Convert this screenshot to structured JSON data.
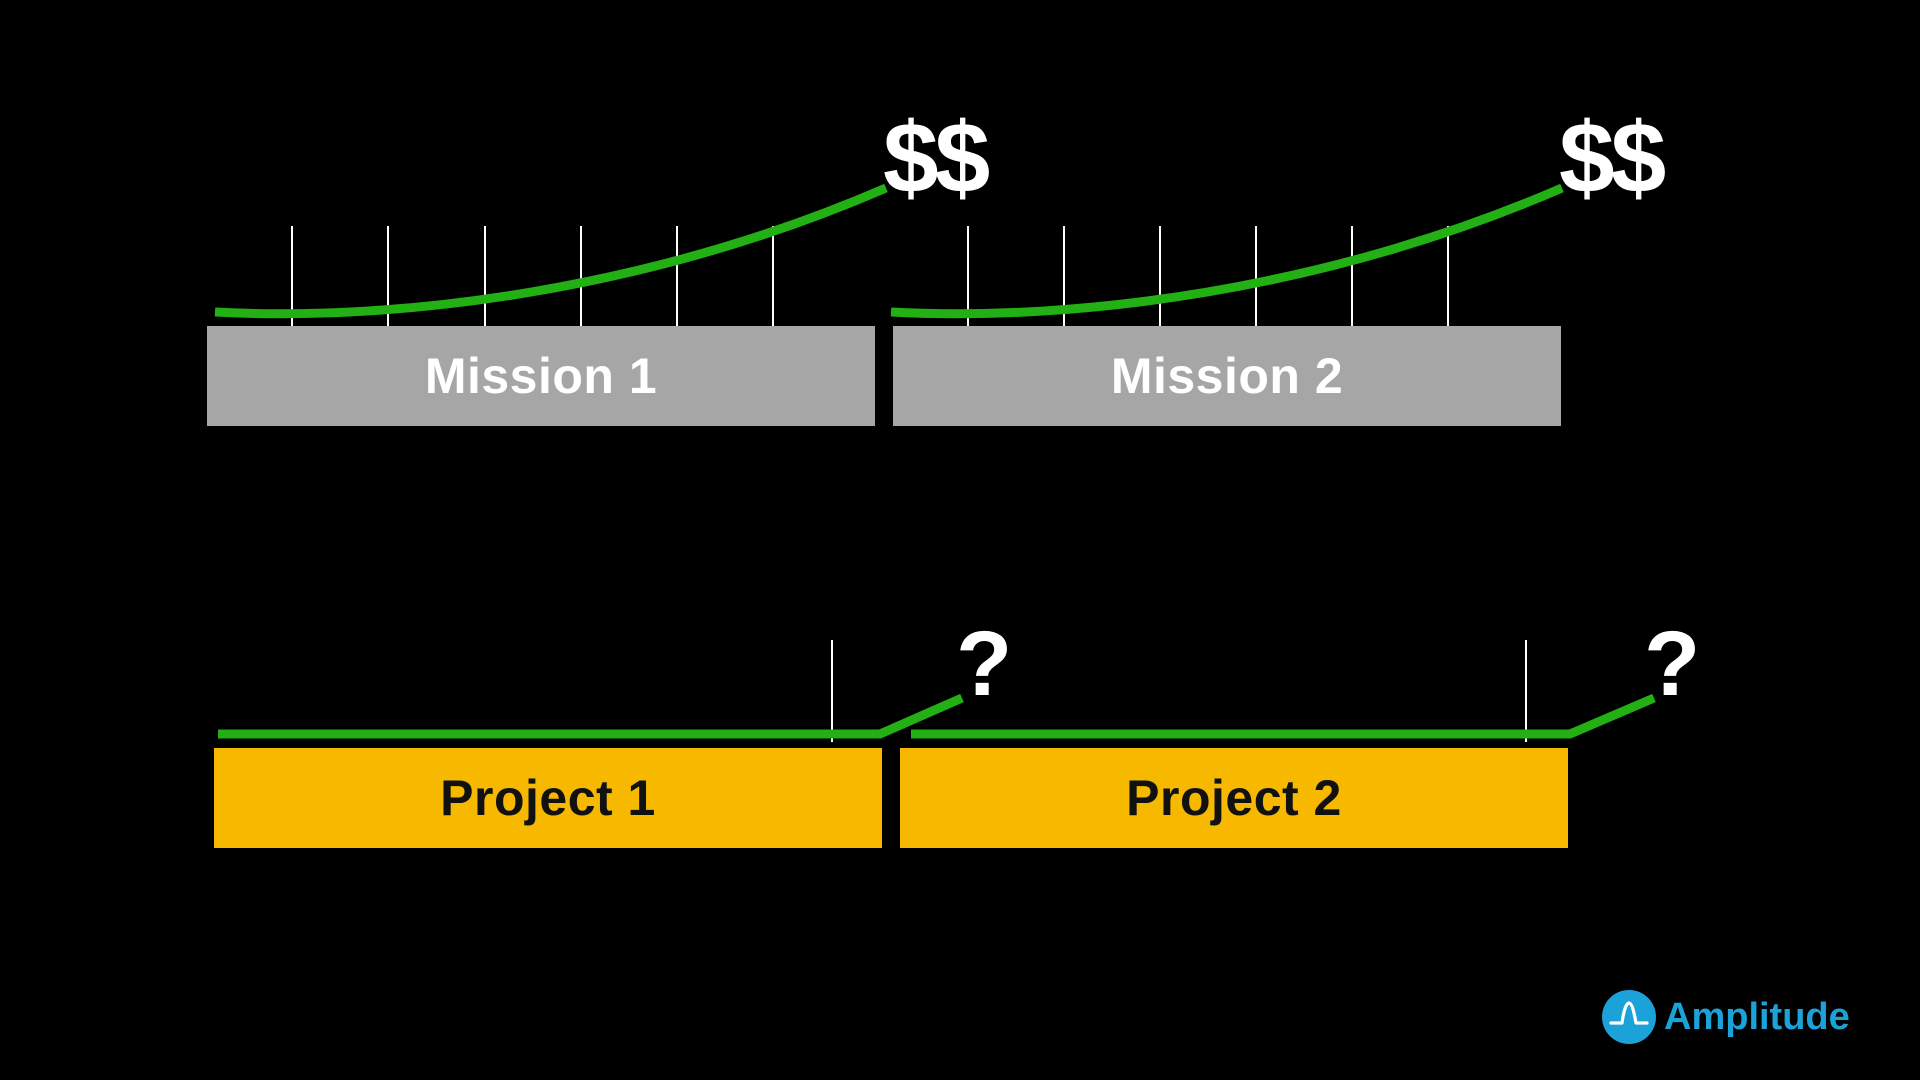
{
  "missions": [
    {
      "label": "Mission 1",
      "outcome": "$$"
    },
    {
      "label": "Mission 2",
      "outcome": "$$"
    }
  ],
  "projects": [
    {
      "label": "Project 1",
      "outcome": "?"
    },
    {
      "label": "Project 2",
      "outcome": "?"
    }
  ],
  "brand": {
    "name": "Amplitude"
  },
  "colors": {
    "background": "#000000",
    "mission_box": "#a6a6a6",
    "project_box": "#f7b800",
    "value_line": "#22b014",
    "tick": "#ffffff",
    "brand": "#1ba2d9"
  }
}
